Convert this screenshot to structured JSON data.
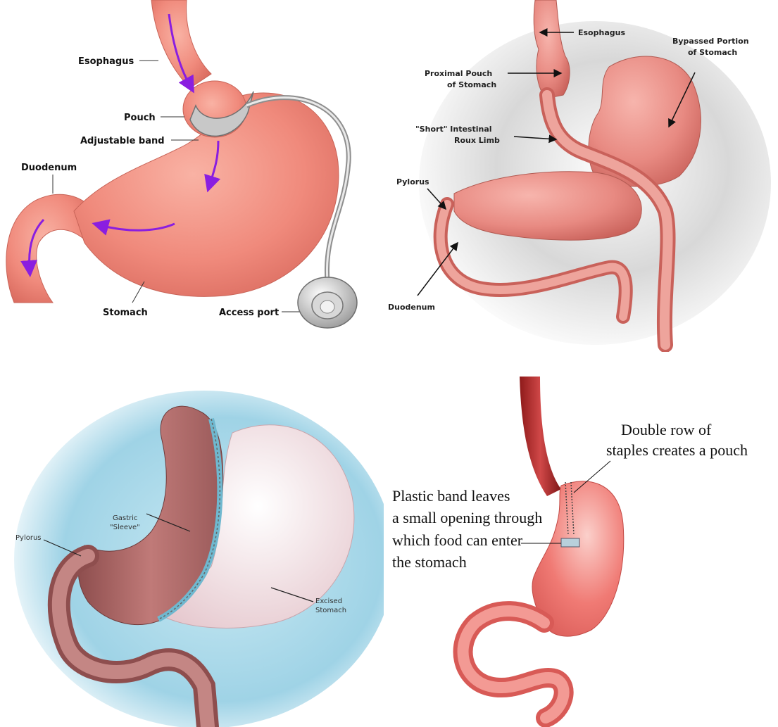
{
  "panels": {
    "band": {
      "esophagus": "Esophagus",
      "pouch": "Pouch",
      "adjustable_band": "Adjustable band",
      "duodenum": "Duodenum",
      "stomach": "Stomach",
      "access_port": "Access port",
      "colors": {
        "stomach": "#f08a7c",
        "arrow": "#8a1ee0",
        "band": "#c8c8c8"
      }
    },
    "bypass": {
      "esophagus": "Esophagus",
      "proximal_pouch_1": "Proximal Pouch",
      "proximal_pouch_2": "of Stomach",
      "bypassed_1": "Bypassed Portion",
      "bypassed_2": "of Stomach",
      "roux_1": "\"Short\" Intestinal",
      "roux_2": "Roux Limb",
      "pylorus": "Pylorus",
      "duodenum": "Duodenum",
      "colors": {
        "tissue": "#e88a82",
        "shadow": "#7a7a7a"
      }
    },
    "sleeve": {
      "gastric_1": "Gastric",
      "gastric_2": "\"Sleeve\"",
      "pylorus": "Pylorus",
      "excised_1": "Excised",
      "excised_2": "Stomach",
      "colors": {
        "background": "#9fd3e6",
        "sleeve": "#b06a6a",
        "excised": "#f4e3e6"
      }
    },
    "vbg": {
      "staples_1": "Double row of",
      "staples_2": "staples creates a pouch",
      "band_1": "Plastic band leaves",
      "band_2": "a small opening through",
      "band_3": "which food can enter",
      "band_4": "the stomach",
      "colors": {
        "stomach": "#f07a74",
        "esophagus": "#b52828"
      }
    }
  }
}
